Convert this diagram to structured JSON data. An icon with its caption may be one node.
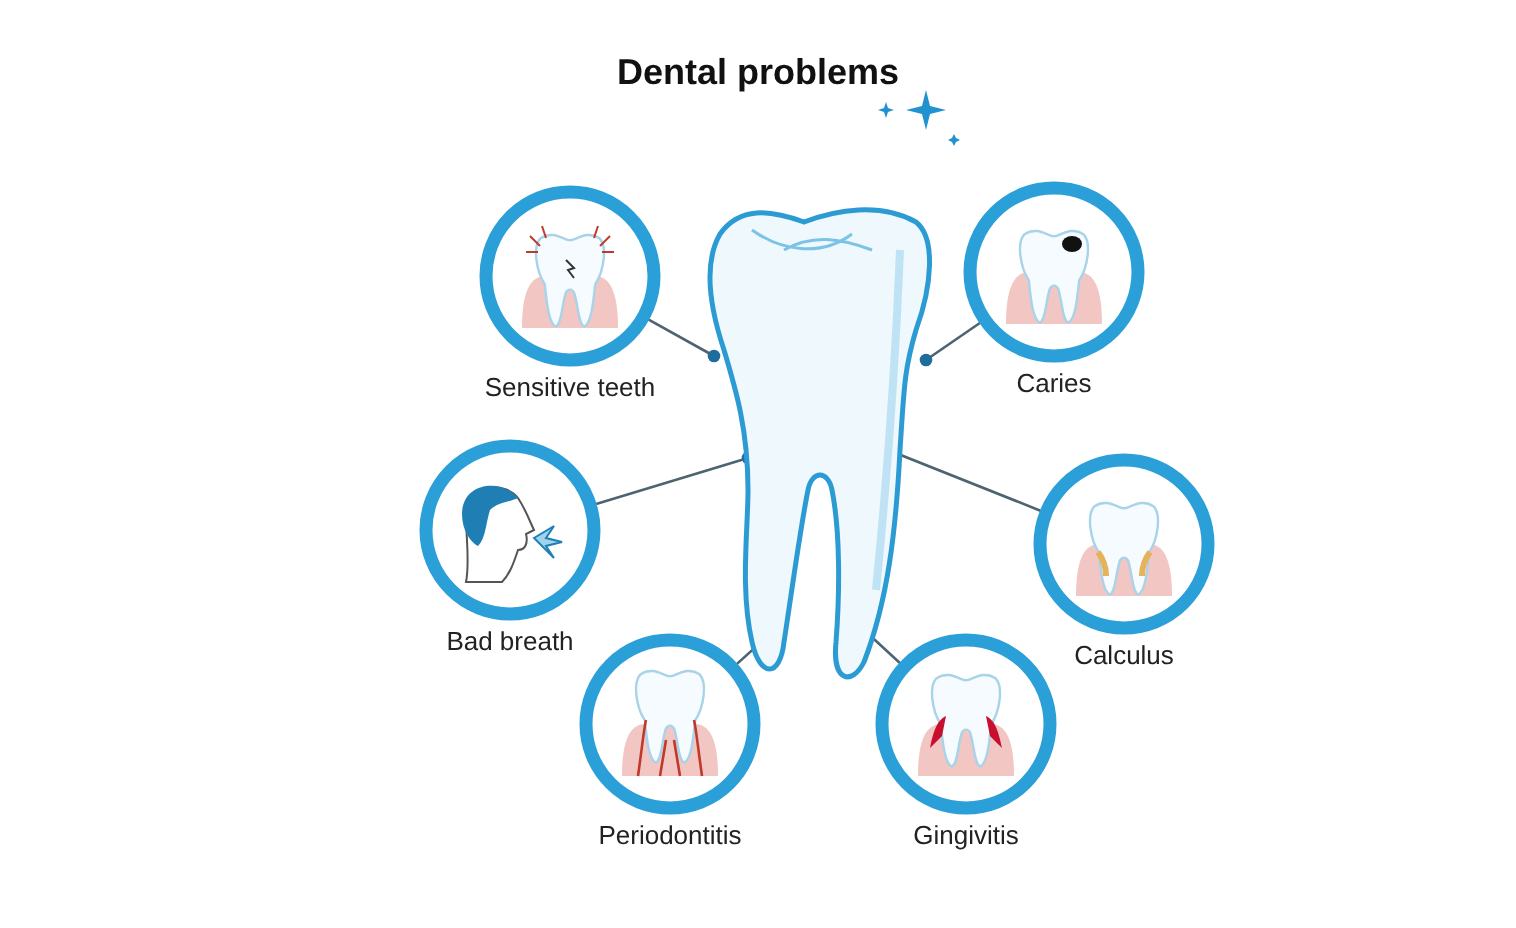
{
  "diagram": {
    "title": "Dental problems",
    "nodes": [
      {
        "text": [],
        "shape": "picture"
      },
      {
        "text": [
          "Sensitive teeth"
        ]
      },
      {
        "text": [
          "Caries"
        ]
      },
      {
        "text": [
          "Bad breath"
        ]
      },
      {
        "text": [
          "Calculus"
        ]
      },
      {
        "text": [
          "Periodontitis"
        ]
      },
      {
        "text": [
          "Gingivitis"
        ]
      }
    ],
    "edges": [
      {
        "from": 0,
        "to": 1,
        "arrow": "other"
      },
      {
        "from": 0,
        "to": 2,
        "arrow": "other"
      },
      {
        "from": 0,
        "to": 3,
        "arrow": "other"
      },
      {
        "from": 0,
        "to": 4,
        "arrow": "other"
      },
      {
        "from": 0,
        "to": 5,
        "arrow": "other"
      },
      {
        "from": 0,
        "to": 6,
        "arrow": "other"
      }
    ]
  }
}
